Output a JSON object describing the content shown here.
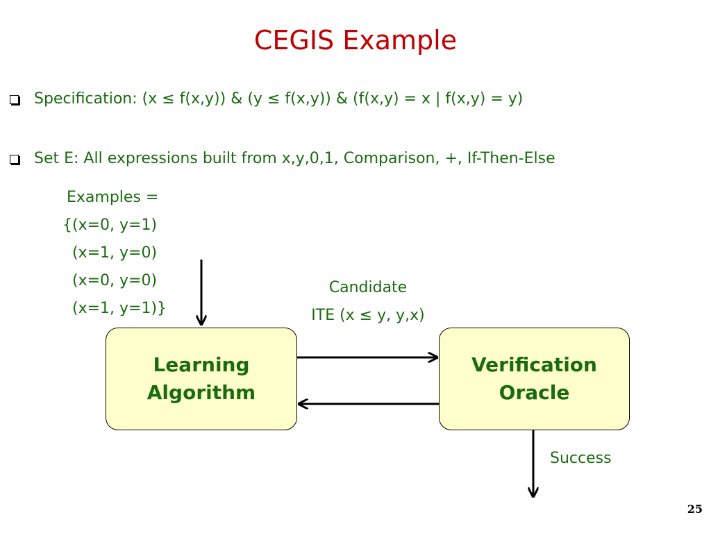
{
  "title": "CEGIS Example",
  "bullets": [
    "Specification: (x ≤ f(x,y)) & (y ≤ f(x,y)) & (f(x,y) = x | f(x,y) = y)",
    "Set E: All expressions built from x,y,0,1, Comparison, +, If-Then-Else"
  ],
  "examples": {
    "heading": "Examples =",
    "lines": [
      "{(x=0, y=1)",
      " (x=1, y=0)",
      " (x=0, y=0)",
      " (x=1, y=1)}"
    ]
  },
  "nodes": {
    "learner": [
      "Learning",
      "Algorithm"
    ],
    "oracle": [
      "Verification",
      "Oracle"
    ]
  },
  "labels": {
    "candidate": "Candidate",
    "candidate_expr": "ITE (x ≤ y, y,x)",
    "success": "Success"
  },
  "page_number": "25",
  "colors": {
    "title": "#c00000",
    "text": "#1a6b10",
    "box_fill": "#ffffcc"
  }
}
